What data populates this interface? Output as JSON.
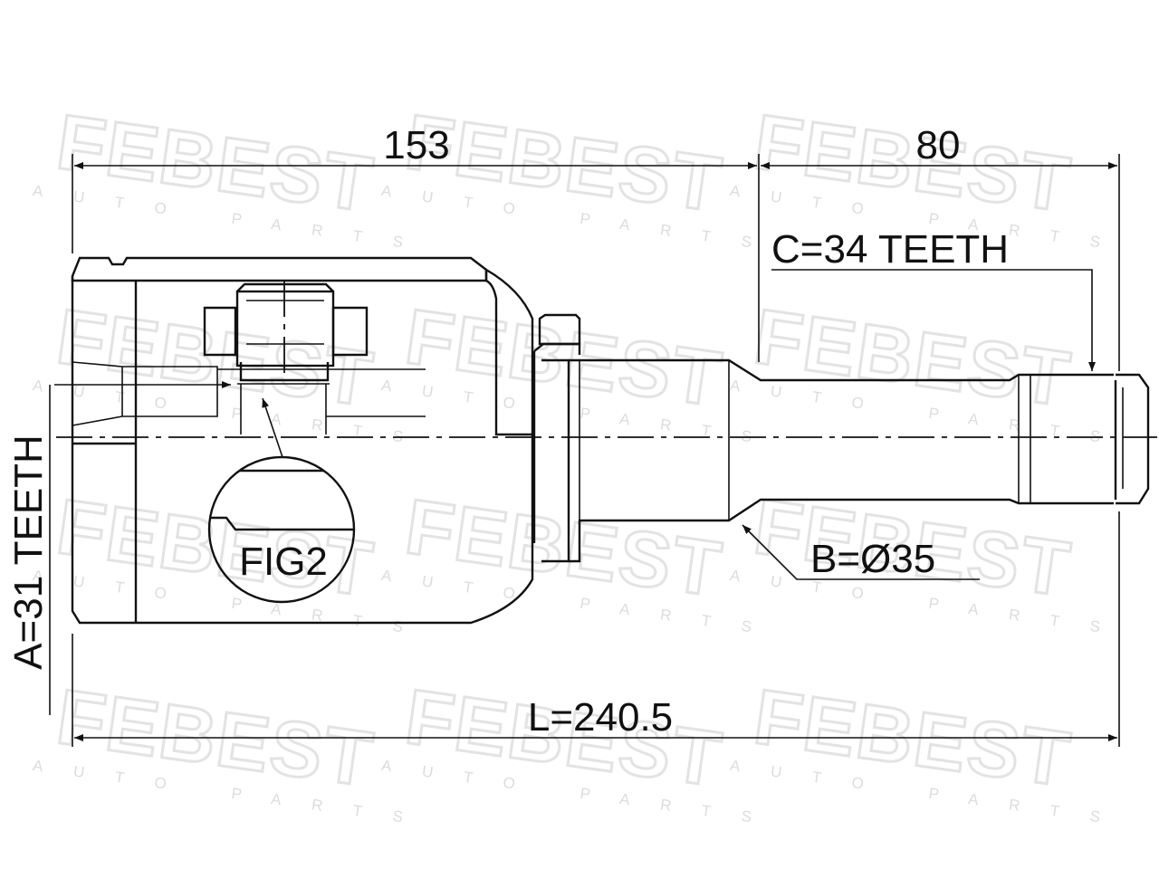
{
  "watermark": {
    "brand": "FEBEST",
    "tagline": "AUTO PARTS"
  },
  "dimensions": {
    "top_left_length": "153",
    "top_right_length": "80",
    "spline_c": "C=34 TEETH",
    "diameter_b": "B=Ø35",
    "total_length": "L=240.5",
    "spline_a": "A=31 TEETH"
  },
  "figure": {
    "detail_label": "FIG2"
  },
  "colors": {
    "line": "#111111",
    "watermark": "#e3e3e3",
    "background": "#ffffff"
  }
}
